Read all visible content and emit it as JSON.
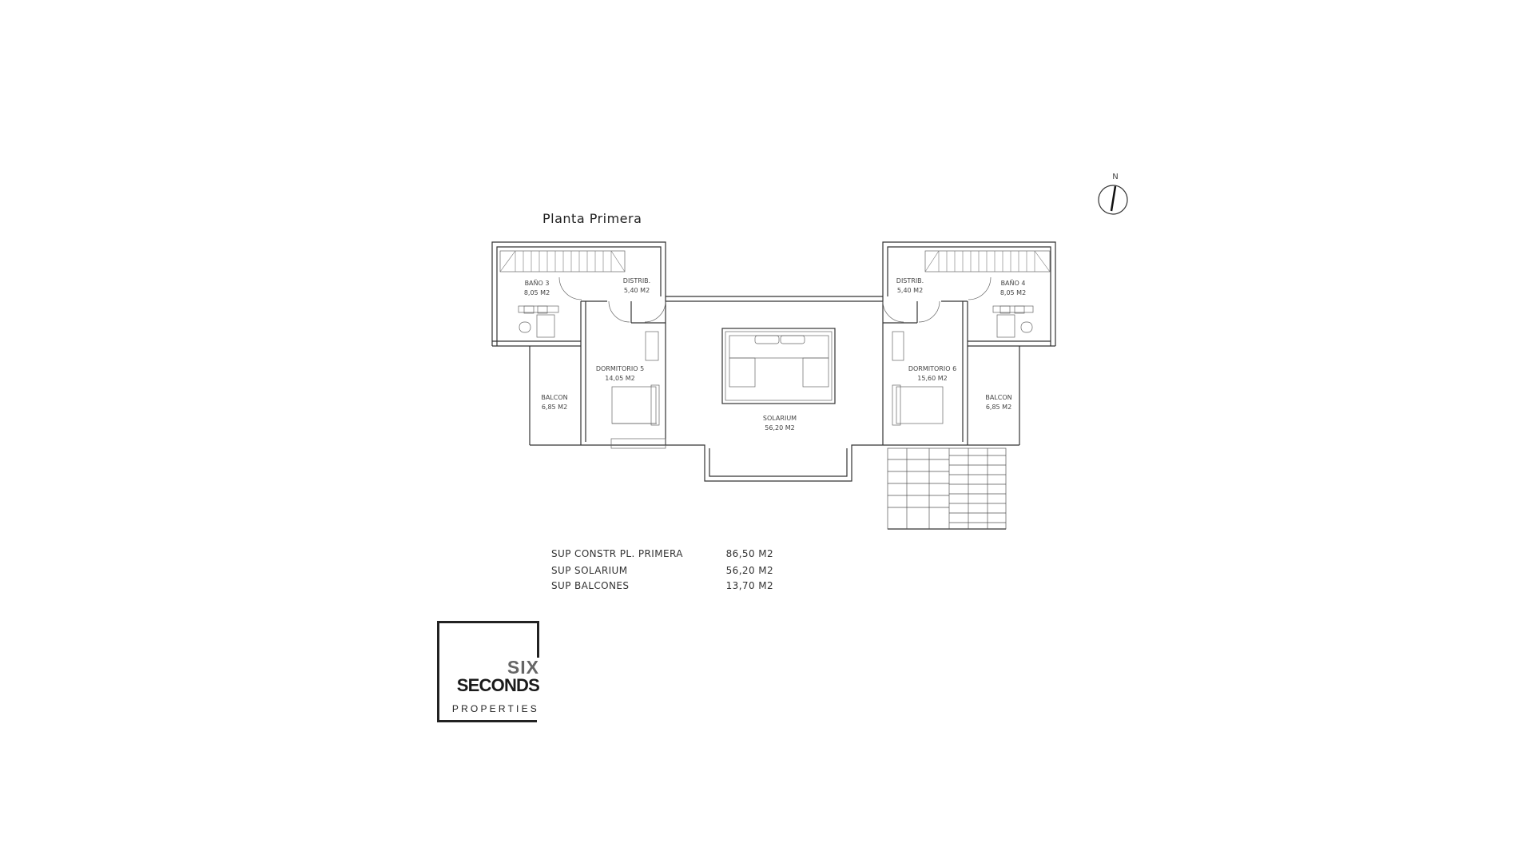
{
  "plan": {
    "title": "Planta Primera",
    "north_label": "N",
    "rooms": {
      "bano3": {
        "name": "BAÑO 3",
        "area": "8,05 M2"
      },
      "distrib_left": {
        "name": "DISTRIB.",
        "area": "5,40 M2"
      },
      "dormitorio5": {
        "name": "DORMITORIO 5",
        "area": "14,05 M2"
      },
      "balcon_left": {
        "name": "BALCON",
        "area": "6,85 M2"
      },
      "solarium": {
        "name": "SOLARIUM",
        "area": "56,20 M2"
      },
      "distrib_right": {
        "name": "DISTRIB.",
        "area": "5,40 M2"
      },
      "bano4": {
        "name": "BAÑO 4",
        "area": "8,05 M2"
      },
      "dormitorio6": {
        "name": "DORMITORIO 6",
        "area": "15,60 M2"
      },
      "balcon_right": {
        "name": "BALCON",
        "area": "6,85 M2"
      }
    }
  },
  "summary": [
    {
      "label": "SUP CONSTR PL. PRIMERA",
      "value": "86,50 M2"
    },
    {
      "label": "SUP SOLARIUM",
      "value": "56,20 M2"
    },
    {
      "label": "SUP BALCONES",
      "value": "13,70 M2"
    }
  ],
  "logo": {
    "line1": "SIX",
    "line2": "SECONDS",
    "line3": "PROPERTIES"
  }
}
